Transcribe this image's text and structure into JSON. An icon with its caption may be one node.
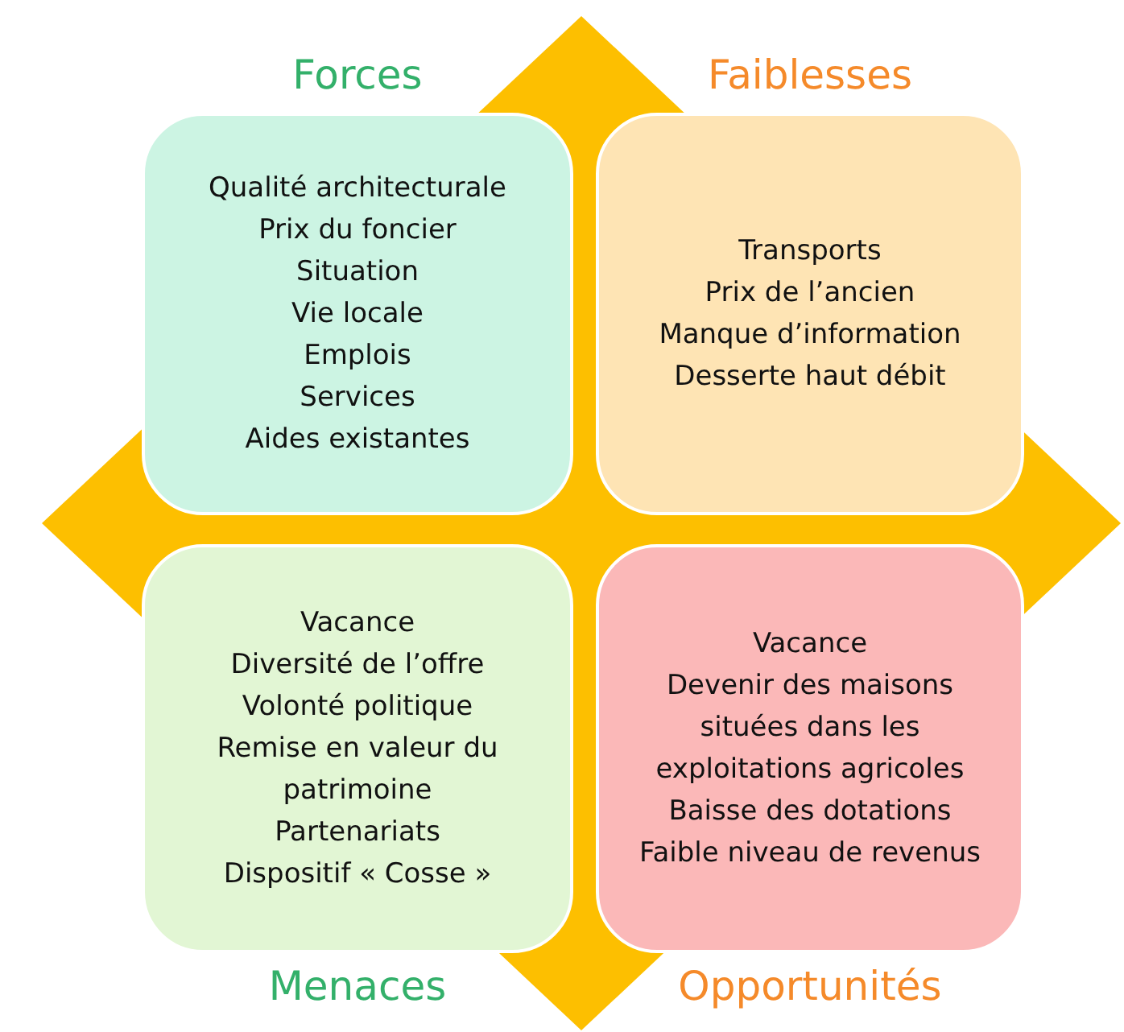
{
  "diagram": {
    "nodes": [
      {
        "text": [
          "Forces",
          "Qualité architecturale",
          "Prix du foncier",
          "Situation",
          "Vie locale",
          "Emplois",
          "Services",
          "Aides existantes"
        ]
      },
      {
        "text": [
          "Faiblesses",
          "Transports",
          "Prix de l’ancien",
          "Manque d’information",
          "Desserte haut débit"
        ]
      },
      {
        "text": [
          "Vacance",
          "Diversité de l’offre",
          "Volonté politique",
          "Remise en valeur du patrimoine",
          "Partenariats",
          "Dispositif « Cosse »",
          "Menaces"
        ]
      },
      {
        "text": [
          "Vacance",
          "Devenir des maisons situées dans les exploitations agricoles",
          "Baisse des dotations",
          "Faible niveau de revenus",
          "Opportunités"
        ]
      }
    ]
  }
}
